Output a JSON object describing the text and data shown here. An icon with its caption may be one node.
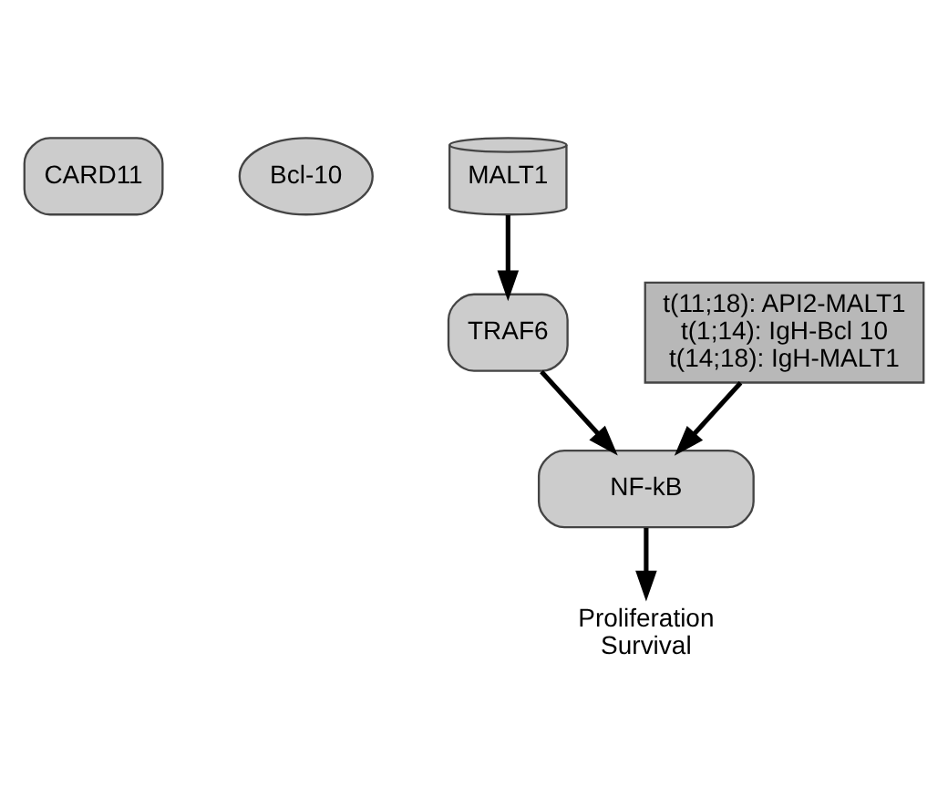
{
  "diagram": {
    "nodes": [
      {
        "text": [
          "CARD11"
        ]
      },
      {
        "text": [
          "Bcl-10"
        ]
      },
      {
        "text": [
          "MALT1"
        ]
      },
      {
        "text": [
          "TRAF6"
        ]
      },
      {
        "text": [
          "t(11;18): API2-MALT1 t(1;14): IgH-Bcl 10 t(14;18): IgH-MALT1"
        ]
      },
      {
        "text": [
          "NF-kB"
        ]
      },
      {
        "text": [
          "Proliferation Survival"
        ]
      }
    ],
    "edges": [
      {
        "from": 2,
        "to": 3,
        "arrow": "to"
      },
      {
        "from": 3,
        "to": 5,
        "arrow": "to"
      },
      {
        "from": 4,
        "to": 5,
        "arrow": "to"
      },
      {
        "from": 5,
        "to": 6,
        "arrow": "to"
      }
    ]
  }
}
